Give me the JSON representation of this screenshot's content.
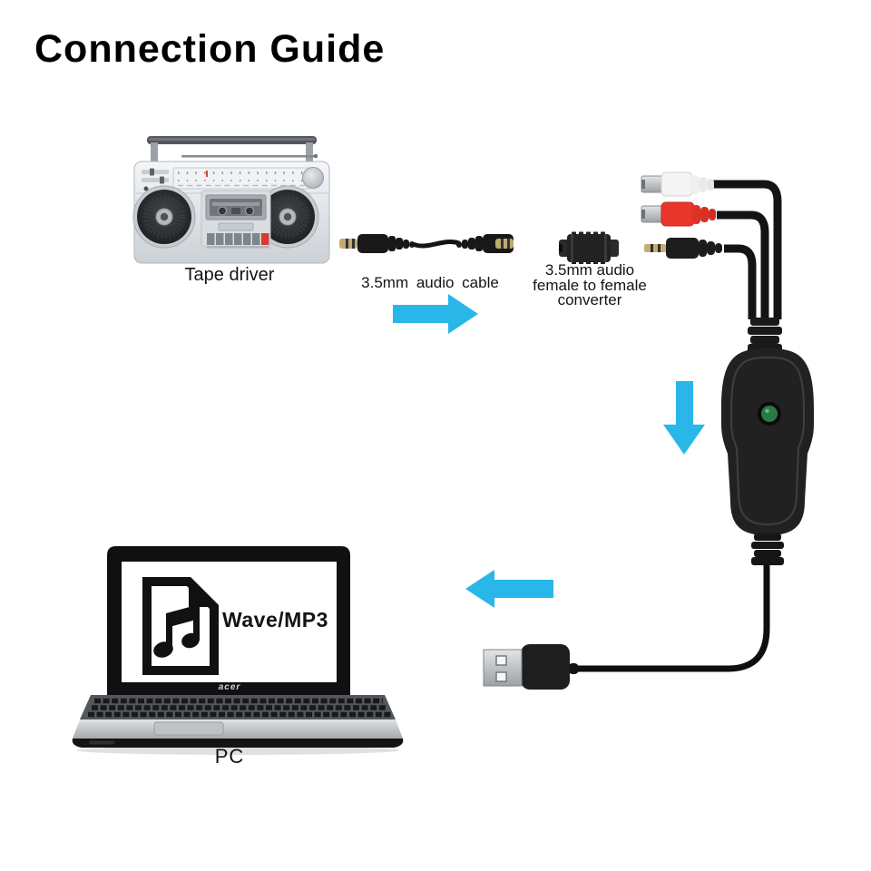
{
  "title": "Connection Guide",
  "labels": {
    "source_device": "Tape driver",
    "audio_cable": "3.5mm audio cable",
    "converter_line1": "3.5mm audio",
    "converter_line2": "female to female",
    "converter_line3": "converter",
    "screen_file_type": "Wave/MP3",
    "laptop_brand": "acer",
    "target_device": "PC"
  },
  "colors": {
    "background": "#ffffff",
    "title_text": "#000000",
    "arrow_cyan": "#29b7e9",
    "rca_red": "#e8362b",
    "rca_white": "#f4f4f4",
    "led_green": "#2a7a45",
    "cable_black": "#141414",
    "record_button_red": "#d93a2f"
  },
  "icons": {
    "boombox_icon": "silver tape recorder with two speakers and cassette deck",
    "audio_cable_icon": "black cable with 3.5mm male plugs on both ends",
    "converter_icon": "black 3.5mm female to female barrel adapter",
    "rca_adapter_icon": "white and red RCA female jacks plus 3.5mm plug on Y cable",
    "capture_device_icon": "black USB audio capture dongle with green LED",
    "usb_plug_icon": "USB type-A plug on black cable",
    "laptop_icon": "laptop computer showing music file on screen",
    "music_file_icon": "document page with folded corner and beamed music note",
    "arrow_right_icon": "cyan flow arrow pointing right",
    "arrow_down_icon": "cyan flow arrow pointing down",
    "arrow_left_icon": "cyan flow arrow pointing left"
  },
  "flow_arrows": [
    "right",
    "down",
    "left"
  ]
}
